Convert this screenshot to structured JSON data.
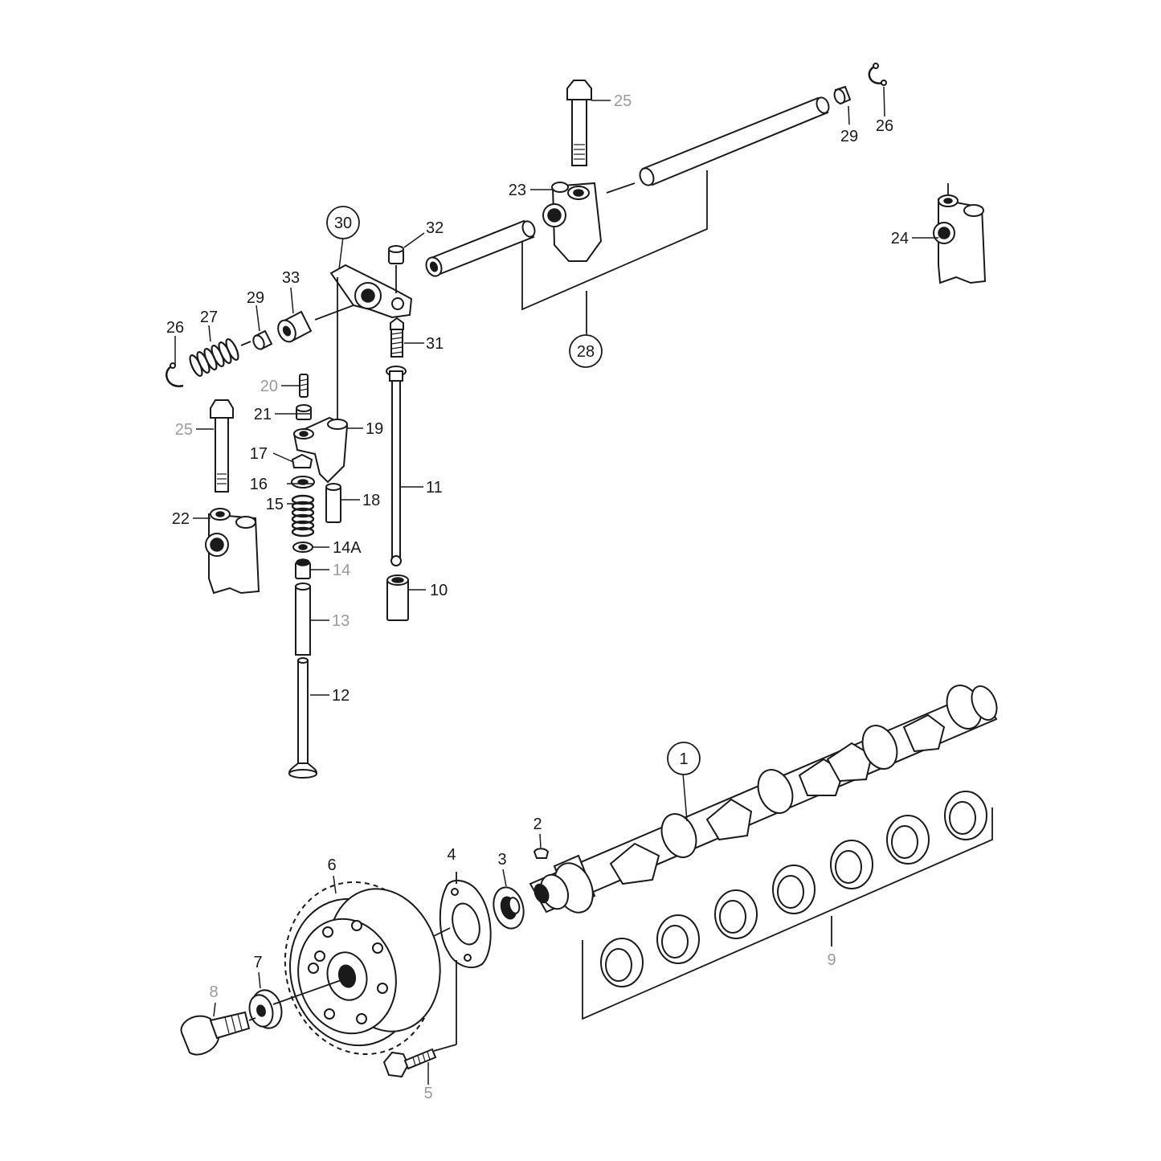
{
  "diagram": {
    "callouts": [
      {
        "id": "c1",
        "text": "1",
        "circled": true
      },
      {
        "id": "c2",
        "text": "2"
      },
      {
        "id": "c3",
        "text": "3"
      },
      {
        "id": "c4",
        "text": "4"
      },
      {
        "id": "c5",
        "text": "5",
        "faded": true
      },
      {
        "id": "c6",
        "text": "6"
      },
      {
        "id": "c7",
        "text": "7"
      },
      {
        "id": "c8",
        "text": "8",
        "faded": true
      },
      {
        "id": "c9",
        "text": "9",
        "faded": true
      },
      {
        "id": "c10",
        "text": "10"
      },
      {
        "id": "c11",
        "text": "11"
      },
      {
        "id": "c12",
        "text": "12"
      },
      {
        "id": "c13",
        "text": "13",
        "faded": true
      },
      {
        "id": "c14",
        "text": "14",
        "faded": true
      },
      {
        "id": "c14a",
        "text": "14A"
      },
      {
        "id": "c15",
        "text": "15"
      },
      {
        "id": "c16",
        "text": "16"
      },
      {
        "id": "c17",
        "text": "17"
      },
      {
        "id": "c18",
        "text": "18"
      },
      {
        "id": "c19",
        "text": "19"
      },
      {
        "id": "c20",
        "text": "20",
        "faded": true
      },
      {
        "id": "c21",
        "text": "21"
      },
      {
        "id": "c22",
        "text": "22"
      },
      {
        "id": "c23",
        "text": "23"
      },
      {
        "id": "c24",
        "text": "24"
      },
      {
        "id": "c25a",
        "text": "25",
        "faded": true
      },
      {
        "id": "c25b",
        "text": "25",
        "faded": true
      },
      {
        "id": "c26a",
        "text": "26"
      },
      {
        "id": "c26b",
        "text": "26"
      },
      {
        "id": "c27",
        "text": "27"
      },
      {
        "id": "c28",
        "text": "28",
        "circled": true
      },
      {
        "id": "c29a",
        "text": "29"
      },
      {
        "id": "c29b",
        "text": "29"
      },
      {
        "id": "c30",
        "text": "30",
        "circled": true
      },
      {
        "id": "c31",
        "text": "31"
      },
      {
        "id": "c32",
        "text": "32"
      },
      {
        "id": "c33",
        "text": "33"
      }
    ]
  }
}
